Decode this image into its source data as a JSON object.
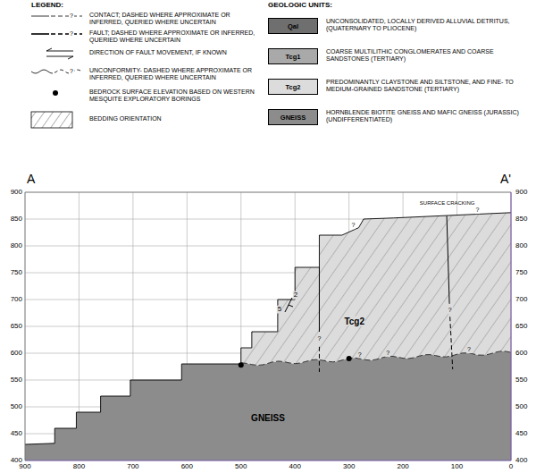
{
  "diagram": {
    "nodes": [
      {
        "text": [
          "Qal",
          "UNCONSOLIDATED, LOCALLY DERIVED ALLUVIAL DETRITUS, (QUATERNARY TO PLIOCENE)"
        ]
      },
      {
        "text": [
          "Tcg1",
          "COARSE MULTILITHIC CONGLOMERATES AND COARSE SANDSTONES (TERTIARY)"
        ]
      },
      {
        "text": [
          "Tcg2",
          "PREDOMINANTLY CLAYSTONE AND SILTSTONE, AND FINE- TO MEDIUM-GRAINED SANDSTONE (TERTIARY)"
        ]
      },
      {
        "text": [
          "GNEISS",
          "HORNBLENDE BIOTITE GNEISS AND MAFIC GNEISS (JURASSIC) (UNDIFFERENTIATED)"
        ]
      }
    ],
    "labels": [
      "LEGEND:",
      "GEOLOGIC UNITS:",
      "?",
      "?",
      "?",
      "A",
      "A'",
      "900",
      "850",
      "800",
      "750",
      "700",
      "650",
      "600",
      "550",
      "500",
      "450",
      "400",
      "900",
      "850",
      "800",
      "750",
      "700",
      "650",
      "600",
      "550",
      "500",
      "450",
      "400",
      "900",
      "800",
      "700",
      "600",
      "500",
      "400",
      "300",
      "200",
      "100",
      "0",
      "SURFACE CRACKING",
      "Tcg2",
      "GNEISS",
      "2",
      "5",
      "?",
      "?",
      "?",
      "?",
      "?",
      "?",
      "?"
    ],
    "legend": [
      {
        "text": "CONTACT; DASHED WHERE APPROXIMATE OR INFERRED, QUERIED WHERE UNCERTAIN"
      },
      {
        "text": "FAULT; DASHED WHERE APPROXIMATE OR INFERRED, QUERIED WHERE UNCERTAIN"
      },
      {
        "text": "DIRECTION OF FAULT MOVEMENT, IF KNOWN"
      },
      {
        "text": "UNCONFORMITY- DASHED WHERE APPROXIMATE OR INFERRED, QUERIED WHERE UNCERTAIN"
      },
      {
        "text": "BEDROCK SURFACE ELEVATION BASED ON WESTERN MESQUITE EXPLORATORY BORINGS"
      },
      {
        "text": "BEDDING ORIENTATION"
      }
    ]
  }
}
